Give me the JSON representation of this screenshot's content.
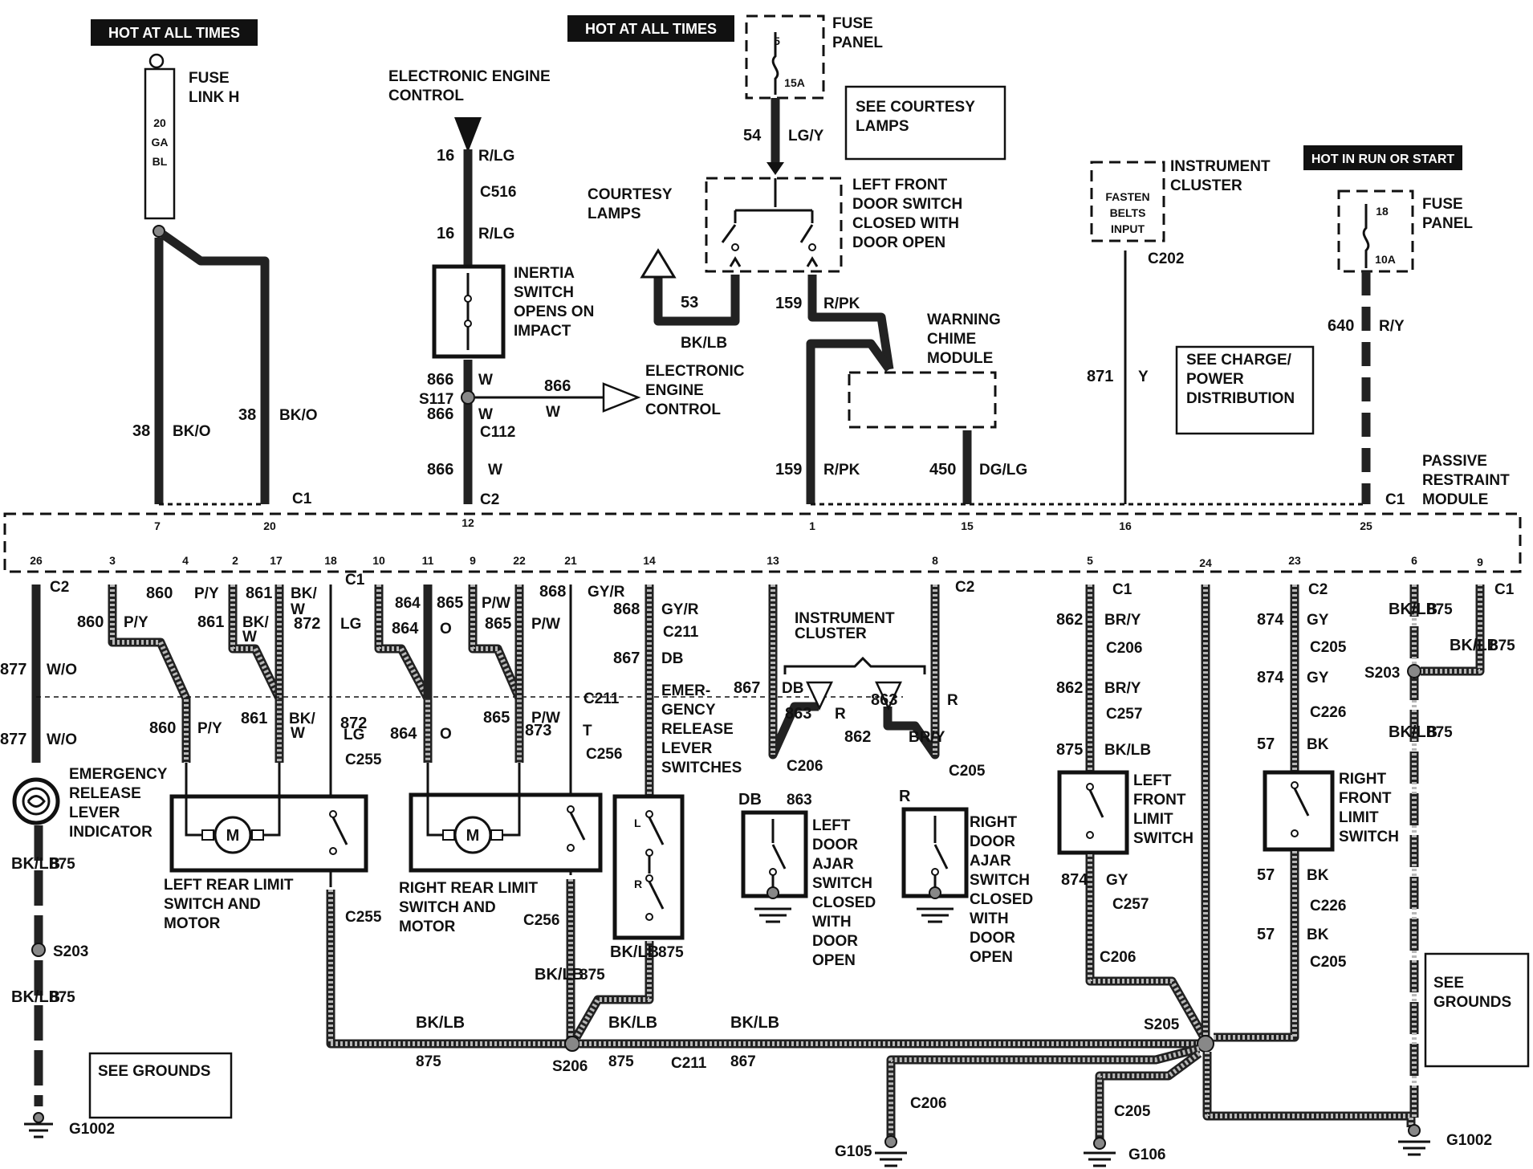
{
  "tags": {
    "hot_at_all_times_left": "HOT AT ALL TIMES",
    "hot_at_all_times_center": "HOT AT ALL TIMES",
    "hot_in_run_or_start": "HOT IN RUN OR START"
  },
  "labels": {
    "fuse_link_h": [
      "FUSE",
      "LINK H"
    ],
    "fuse_link_body": [
      "20",
      "GA",
      "BL"
    ],
    "eec_top": [
      "ELECTRONIC ENGINE",
      "CONTROL"
    ],
    "inertia_switch": [
      "INERTIA",
      "SWITCH",
      "OPENS ON",
      "IMPACT"
    ],
    "eec_right": [
      "ELECTRONIC",
      "ENGINE",
      "CONTROL"
    ],
    "fuse_panel_top": [
      "FUSE",
      "PANEL"
    ],
    "fuse_5": "5",
    "fuse_15a": "15A",
    "see_courtesy": [
      "SEE COURTESY",
      "LAMPS"
    ],
    "courtesy_lamps": [
      "COURTESY",
      "LAMPS"
    ],
    "left_front_door_switch": [
      "LEFT FRONT",
      "DOOR SWITCH",
      "CLOSED WITH",
      "DOOR OPEN"
    ],
    "warning_chime": [
      "WARNING",
      "CHIME",
      "MODULE"
    ],
    "instrument_cluster_top": [
      "INSTRUMENT",
      "CLUSTER"
    ],
    "fasten_belts": [
      "FASTEN",
      "BELTS",
      "INPUT"
    ],
    "see_charge": [
      "SEE CHARGE/",
      "POWER",
      "DISTRIBUTION"
    ],
    "fuse_panel_right": [
      "FUSE",
      "PANEL"
    ],
    "fuse_18": "18",
    "fuse_10a": "10A",
    "passive_restraint": [
      "PASSIVE",
      "RESTRAINT",
      "MODULE"
    ],
    "instrument_cluster_mid": [
      "INSTRUMENT",
      "CLUSTER"
    ],
    "emergency_release_indicator": [
      "EMERGENCY",
      "RELEASE",
      "LEVER",
      "INDICATOR"
    ],
    "left_rear_limit": [
      "LEFT REAR LIMIT",
      "SWITCH AND",
      "MOTOR"
    ],
    "right_rear_limit": [
      "RIGHT REAR LIMIT",
      "SWITCH AND",
      "MOTOR"
    ],
    "emergency_release_switches": [
      "EMER-",
      "GENCY",
      "RELEASE",
      "LEVER",
      "SWITCHES"
    ],
    "left_door_ajar": [
      "LEFT",
      "DOOR",
      "AJAR",
      "SWITCH",
      "CLOSED",
      "WITH",
      "DOOR",
      "OPEN"
    ],
    "right_door_ajar": [
      "RIGHT",
      "DOOR",
      "AJAR",
      "SWITCH",
      "CLOSED",
      "WITH",
      "DOOR",
      "OPEN"
    ],
    "left_front_limit": [
      "LEFT",
      "FRONT",
      "LIMIT",
      "SWITCH"
    ],
    "right_front_limit": [
      "RIGHT",
      "FRONT",
      "LIMIT",
      "SWITCH"
    ],
    "see_grounds_left": "SEE GROUNDS",
    "see_grounds_right": [
      "SEE",
      "GROUNDS"
    ],
    "motor_m": "M",
    "sw_l": "L",
    "sw_r": "R"
  },
  "wire_labels": [
    "38",
    "BK/O",
    "38",
    "BK/O",
    "16",
    "R/LG",
    "16",
    "R/LG",
    "866",
    "W",
    "866",
    "W",
    "866",
    "866",
    "W",
    "54",
    "LG/Y",
    "53",
    "BK/LB",
    "159",
    "R/PK",
    "159",
    "R/PK",
    "450",
    "DG/LG",
    "871",
    "Y",
    "640",
    "R/Y",
    "860",
    "P/Y",
    "860",
    "P/Y",
    "861",
    "BK/",
    "W",
    "861",
    "BK/",
    "W",
    "872",
    "LG",
    "864",
    "O",
    "864",
    "O",
    "865",
    "P/W",
    "865",
    "P/W",
    "873",
    "T",
    "868",
    "GY/R",
    "868",
    "GY/R",
    "867",
    "DB",
    "867",
    "DB",
    "863",
    "R",
    "863",
    "R",
    "862",
    "BR/Y",
    "862",
    "BR/Y",
    "862",
    "BR/Y",
    "875",
    "BK/LB",
    "874",
    "GY",
    "874",
    "GY",
    "874",
    "GY",
    "57",
    "BK",
    "57",
    "BK",
    "57",
    "BK",
    "877",
    "W/O",
    "877",
    "W/O",
    "860",
    "P/Y",
    "861",
    "BK/",
    "W",
    "872",
    "LG",
    "864",
    "O",
    "865",
    "P/W",
    "873",
    "T",
    "57",
    "BK",
    "57",
    "BK",
    "875",
    "BK/LB",
    "875",
    "BK/LB",
    "875",
    "BK/LB",
    "875",
    "BK/LB",
    "875",
    "BK/LB",
    "875",
    "BK/LB",
    "875",
    "BK/LB",
    "875",
    "BK/LB",
    "875",
    "BK/LB",
    "875",
    "BK/LB",
    "875",
    "BK/LB",
    "875",
    "BK/LB",
    "875",
    "BK/LB",
    "867",
    "DB",
    "863",
    "R"
  ],
  "connectors": [
    "C516",
    "C112",
    "C2",
    "C1",
    "C1",
    "C202",
    "C1",
    "C2",
    "C1",
    "C2",
    "C1",
    "C2",
    "C1",
    "C2",
    "C211",
    "C211",
    "C255",
    "C256",
    "C255",
    "C256",
    "C206",
    "C205",
    "C206",
    "C257",
    "C257",
    "C206",
    "C226",
    "C205",
    "C226",
    "C205",
    "C211",
    "C206",
    "C205",
    "C1"
  ],
  "splices": [
    "S117",
    "S203",
    "S203",
    "S206",
    "S205"
  ],
  "grounds": [
    "G1002",
    "G105",
    "G106",
    "G1002"
  ],
  "pins_top": [
    "7",
    "20",
    "12",
    "1",
    "15",
    "16",
    "25"
  ],
  "pins_bottom": [
    "26",
    "3",
    "4",
    "2",
    "17",
    "18",
    "10",
    "11",
    "9",
    "22",
    "21",
    "14",
    "13",
    "8",
    "5",
    "24",
    "23",
    "6",
    "9"
  ]
}
